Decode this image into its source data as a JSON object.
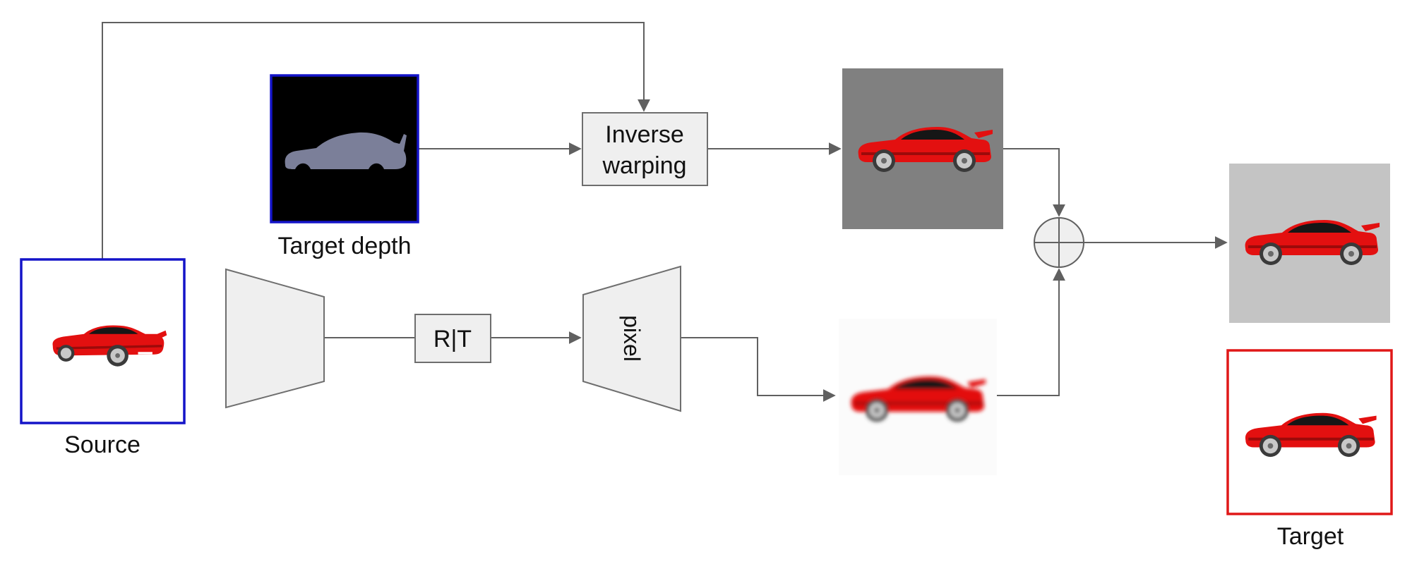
{
  "labels": {
    "source": "Source",
    "target_depth": "Target depth",
    "inverse_warping_line1": "Inverse",
    "inverse_warping_line2": "warping",
    "rt": "R|T",
    "pixel": "pixel",
    "target": "Target"
  },
  "colors": {
    "source_border": "#1414c8",
    "depth_border": "#1414c8",
    "target_border": "#e01818",
    "box_fill": "#efefef",
    "box_stroke": "#6e6e6e",
    "line": "#606060",
    "car_red": "#e31010",
    "depth_bg": "#000000",
    "depth_car": "#7b7f99",
    "warped_bg": "#808080",
    "output_bg": "#c4c4c4"
  },
  "icons": [
    "sum-icon",
    "car-image",
    "depth-car-silhouette"
  ]
}
